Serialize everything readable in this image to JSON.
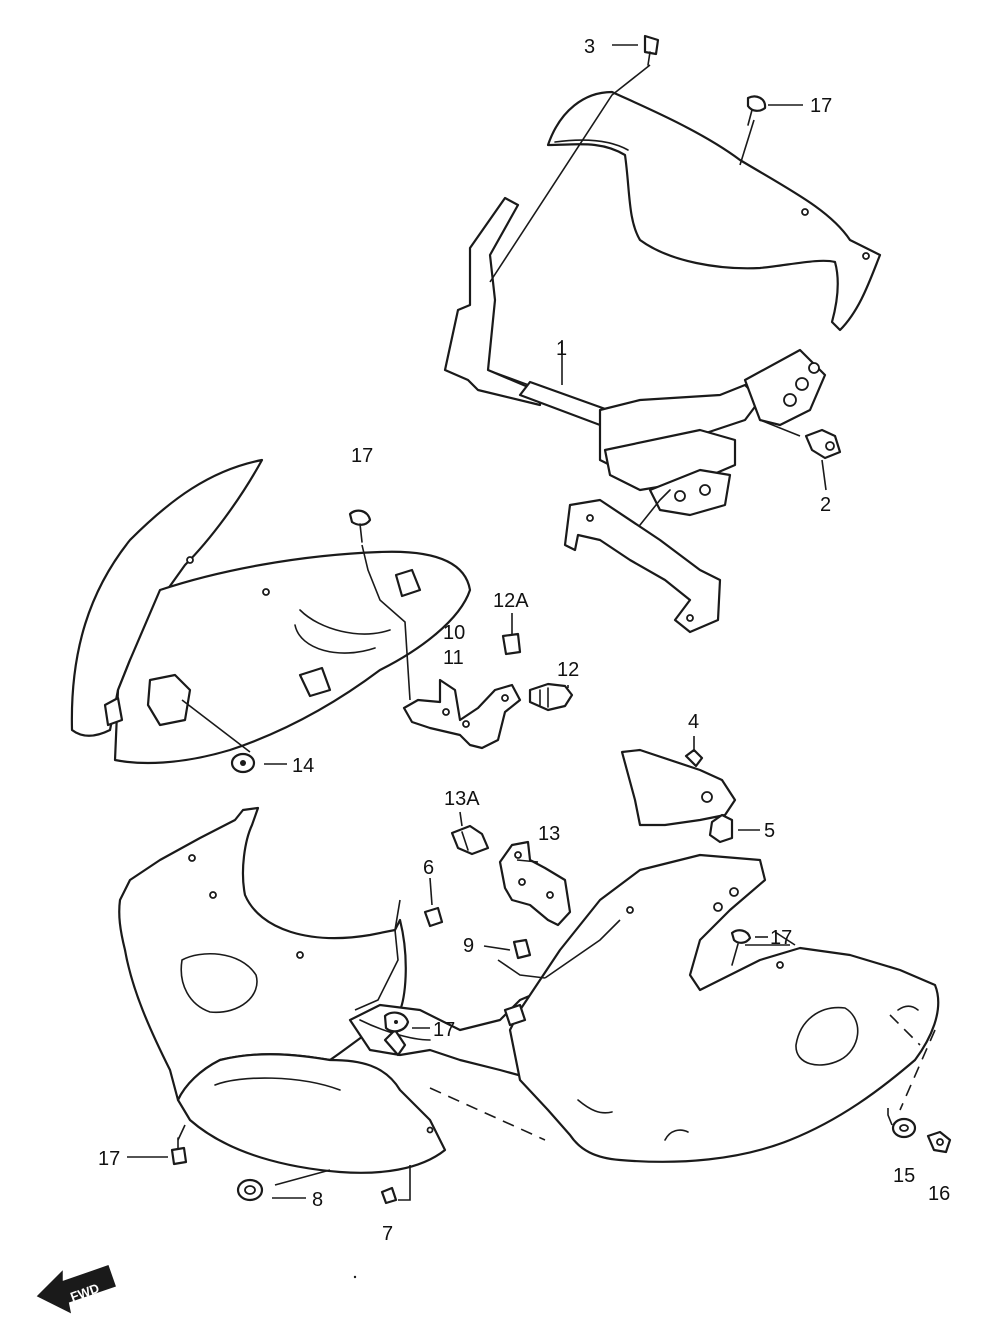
{
  "callouts": {
    "c1": "1",
    "c2": "2",
    "c3": "3",
    "c4": "4",
    "c5": "5",
    "c6": "6",
    "c7": "7",
    "c8": "8",
    "c9": "9",
    "c10": "10",
    "c11": "11",
    "c12": "12",
    "c12a": "12A",
    "c13": "13",
    "c13a": "13A",
    "c14": "14",
    "c15": "15",
    "c16": "16",
    "c17_top": "17",
    "c17_left": "17",
    "c17_mid": "17",
    "c17_right": "17",
    "c17_bottom": "17"
  },
  "fwd_label": "FWD",
  "colors": {
    "line": "#1a1a1a",
    "background": "#ffffff"
  }
}
